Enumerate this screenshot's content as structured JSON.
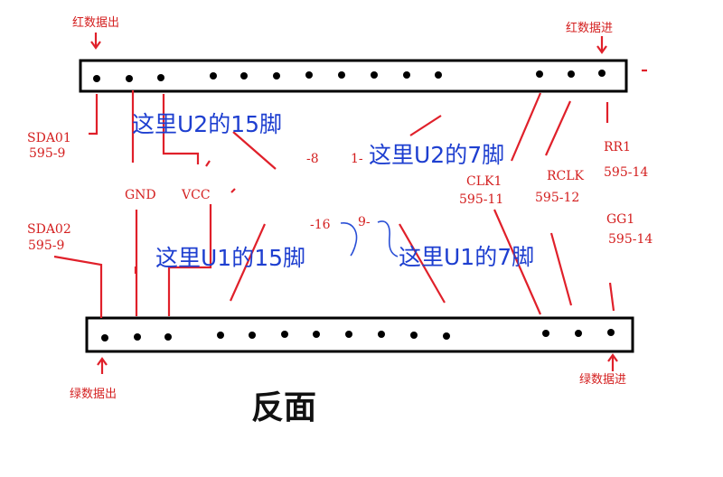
{
  "top_header": {
    "left": "红数据出",
    "right": "红数据进"
  },
  "bottom_header": {
    "left": "绿数据出",
    "right": "绿数据进"
  },
  "annotations_blue": {
    "u2_pin15": "这里U2的15脚",
    "u2_pin7": "这里U2的7脚",
    "u1_pin15": "这里U1的15脚",
    "u1_pin7": "这里U1的7脚"
  },
  "pin_labels": {
    "sda01": "SDA01",
    "sda01_sub": "595-9",
    "sda02": "SDA02",
    "sda02_sub": "595-9",
    "gnd": "GND",
    "vcc": "VCC",
    "clk1": "CLK1",
    "clk1_sub": "595-11",
    "rclk": "RCLK",
    "rclk_sub": "595-12",
    "rr1": "RR1",
    "rr1_sub": "595-14",
    "gg1": "GG1",
    "gg1_sub": "595-14",
    "n8": "-8",
    "n1": "1-",
    "n16": "-16",
    "n9": "9-"
  },
  "title": "反面",
  "colors": {
    "wire": "#e0202a",
    "annotation": "#1e3fd0",
    "label": "#d42020"
  }
}
